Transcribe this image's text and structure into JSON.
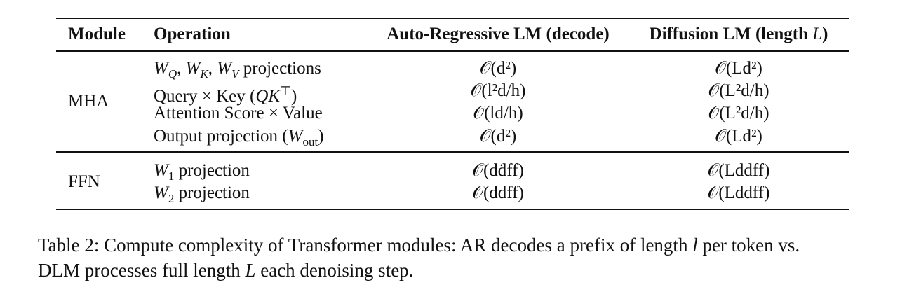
{
  "table": {
    "headers": {
      "module": "Module",
      "operation": "Operation",
      "ar": "Auto-Regressive LM (decode)",
      "dlm_prefix": "Diffusion LM (length ",
      "dlm_var": "L",
      "dlm_suffix": ")"
    },
    "groups": [
      {
        "module": "MHA",
        "rows": [
          {
            "op_text": " projections",
            "ar_complexity": "𝒪(d²)",
            "dlm_complexity": "𝒪(Ld²)"
          },
          {
            "op_text": "Query × Key (",
            "op_end": ")",
            "ar_complexity": "𝒪(l²d/h)",
            "dlm_complexity": "𝒪(L²d/h)"
          },
          {
            "op_text": "Attention Score × Value",
            "ar_complexity": "𝒪(ld/h)",
            "dlm_complexity": "𝒪(L²d/h)"
          },
          {
            "op_text": "Output projection (",
            "op_end": ")",
            "ar_complexity": "𝒪(d²)",
            "dlm_complexity": "𝒪(Ld²)"
          }
        ]
      },
      {
        "module": "FFN",
        "rows": [
          {
            "op_text": " projection",
            "ar_complexity": "𝒪(dḋff)",
            "dlm_complexity": "𝒪(Lddff)"
          },
          {
            "op_text": " projection",
            "ar_complexity": "𝒪(ddff)",
            "dlm_complexity": "𝒪(Lddff)"
          }
        ]
      }
    ]
  },
  "caption": {
    "line1_a": "Table 2: Compute complexity of Transformer modules: AR decodes a prefix of length ",
    "line1_var": "l",
    "line1_b": " per token vs.",
    "line2_a": "DLM processes full length ",
    "line2_var": "L",
    "line2_b": " each denoising step."
  }
}
